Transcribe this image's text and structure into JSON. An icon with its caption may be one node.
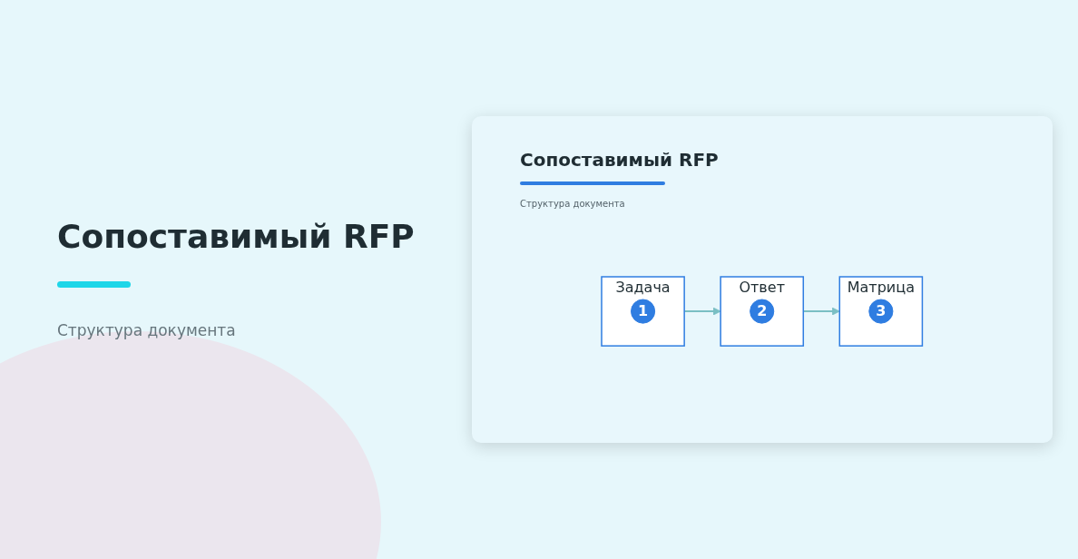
{
  "diagram": {
    "title": "Сопоставимый RFP",
    "nodes": [
      {
        "text": [
          "Задача"
        ]
      },
      {
        "text": [
          "1"
        ],
        "in": 0
      },
      {
        "text": [
          "Ответ"
        ]
      },
      {
        "text": [
          "2"
        ],
        "in": 2
      },
      {
        "text": [
          "Матрица"
        ]
      },
      {
        "text": [
          "3"
        ],
        "in": 4
      }
    ],
    "edges": [
      {
        "from": 0,
        "to": 2,
        "arrow": "to"
      },
      {
        "from": 2,
        "to": 4,
        "arrow": "to"
      }
    ],
    "labels": [
      "Структура документа",
      "Сопоставимый RFP",
      "Структура документа"
    ]
  }
}
